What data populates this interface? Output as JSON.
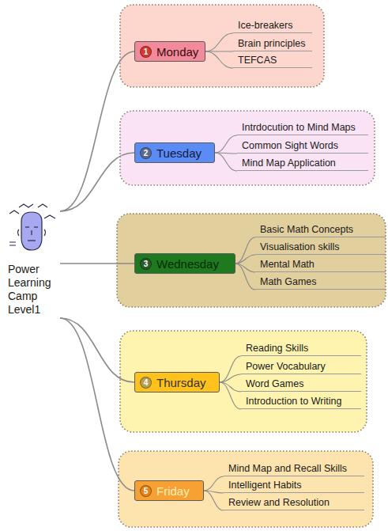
{
  "diagram": {
    "nodes": [
      {
        "text": [
          "Power Learning Camp Level1"
        ]
      },
      {
        "text": [
          "1",
          "Monday"
        ]
      },
      {
        "text": [
          "Ice-breakers"
        ]
      },
      {
        "text": [
          "Brain principles"
        ]
      },
      {
        "text": [
          "TEFCAS"
        ]
      },
      {
        "text": [
          "2",
          "Tuesday"
        ]
      },
      {
        "text": [
          "Intrdocution to Mind Maps"
        ]
      },
      {
        "text": [
          "Common Sight Words"
        ]
      },
      {
        "text": [
          "Mind Map Application"
        ]
      },
      {
        "text": [
          "3",
          "Wednesday"
        ]
      },
      {
        "text": [
          "Basic Math Concepts"
        ]
      },
      {
        "text": [
          "Visualisation skills"
        ]
      },
      {
        "text": [
          "Mental Math"
        ]
      },
      {
        "text": [
          "Math Games"
        ]
      },
      {
        "text": [
          "4",
          "Thursday"
        ]
      },
      {
        "text": [
          "Reading Skills"
        ]
      },
      {
        "text": [
          "Power Vocabulary"
        ]
      },
      {
        "text": [
          "Word Games"
        ]
      },
      {
        "text": [
          "Introduction to Writing"
        ]
      },
      {
        "text": [
          "5",
          "Friday"
        ]
      },
      {
        "text": [
          "Mind Map and Recall Skills"
        ]
      },
      {
        "text": [
          "Intelligent Habits"
        ]
      },
      {
        "text": [
          "Review and Resolution"
        ]
      }
    ],
    "edges": [
      {
        "from": 0,
        "to": 1,
        "arrow": "none"
      },
      {
        "from": 0,
        "to": 5,
        "arrow": "none"
      },
      {
        "from": 0,
        "to": 9,
        "arrow": "none"
      },
      {
        "from": 0,
        "to": 14,
        "arrow": "none"
      },
      {
        "from": 0,
        "to": 19,
        "arrow": "none"
      },
      {
        "from": 1,
        "to": 2,
        "arrow": "none"
      },
      {
        "from": 1,
        "to": 3,
        "arrow": "none"
      },
      {
        "from": 1,
        "to": 4,
        "arrow": "none"
      },
      {
        "from": 5,
        "to": 6,
        "arrow": "none"
      },
      {
        "from": 5,
        "to": 7,
        "arrow": "none"
      },
      {
        "from": 5,
        "to": 8,
        "arrow": "none"
      },
      {
        "from": 9,
        "to": 10,
        "arrow": "none"
      },
      {
        "from": 9,
        "to": 11,
        "arrow": "none"
      },
      {
        "from": 9,
        "to": 12,
        "arrow": "none"
      },
      {
        "from": 9,
        "to": 13,
        "arrow": "none"
      },
      {
        "from": 14,
        "to": 15,
        "arrow": "none"
      },
      {
        "from": 14,
        "to": 16,
        "arrow": "none"
      },
      {
        "from": 14,
        "to": 17,
        "arrow": "none"
      },
      {
        "from": 14,
        "to": 18,
        "arrow": "none"
      },
      {
        "from": 19,
        "to": 20,
        "arrow": "none"
      },
      {
        "from": 19,
        "to": 21,
        "arrow": "none"
      },
      {
        "from": 19,
        "to": 22,
        "arrow": "none"
      }
    ]
  }
}
